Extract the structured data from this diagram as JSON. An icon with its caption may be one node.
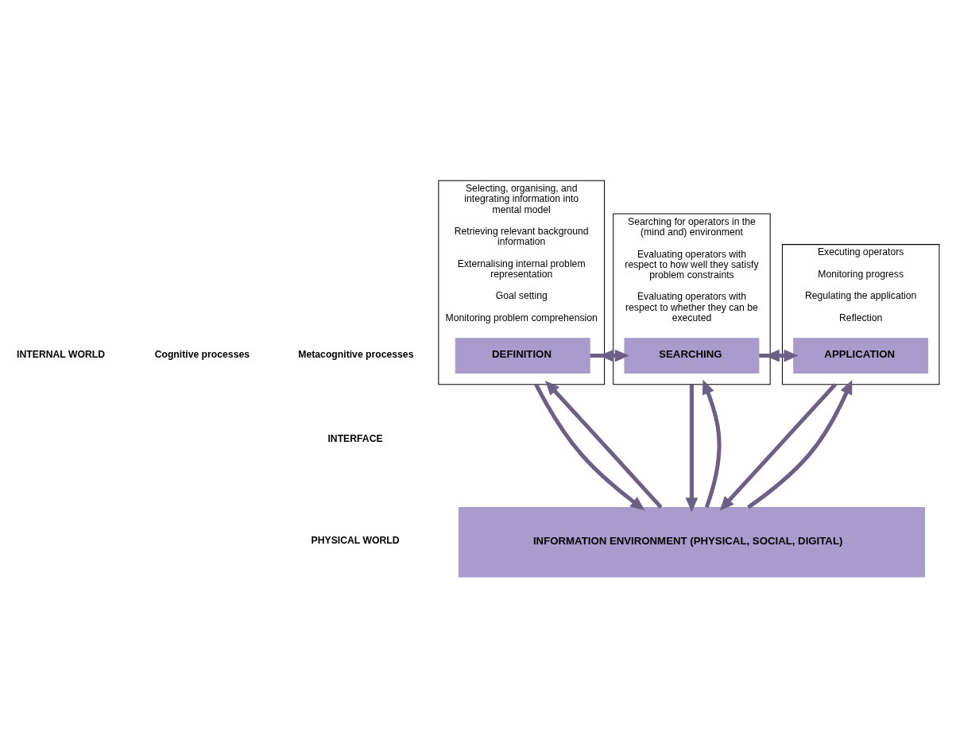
{
  "diagram": {
    "nodes": [
      {
        "text": [
          "Selecting, organising, and integrating information into mental model",
          "Retrieving relevant background information",
          "Externalising internal problem representation",
          "Goal setting",
          "Monitoring problem comprehension"
        ]
      },
      {
        "text": [
          "DEFINITION"
        ],
        "in": 0
      },
      {
        "text": [
          "Searching for operators in the (mind and) environment",
          "Evaluating operators with respect to how well they satisfy problem constraints",
          "Evaluating operators with respect to whether they can be executed"
        ]
      },
      {
        "text": [
          "SEARCHING"
        ],
        "in": 2
      },
      {
        "text": [
          "Executing operators",
          "Monitoring progress",
          "Regulating the application",
          "Reflection"
        ]
      },
      {
        "text": [
          "APPLICATION"
        ],
        "in": 4
      },
      {
        "text": [
          "INFORMATION ENVIRONMENT (PHYSICAL, SOCIAL, DIGITAL)"
        ]
      }
    ],
    "edges": [
      {
        "from": 1,
        "to": 3,
        "arrow": "to"
      },
      {
        "from": 3,
        "to": 5,
        "arrow": "to"
      },
      {
        "from": 2,
        "to": 0,
        "arrow": "to"
      },
      {
        "from": 4,
        "to": 2,
        "arrow": "to"
      },
      {
        "from": 0,
        "to": 6,
        "arrow": "to"
      },
      {
        "from": 6,
        "to": 0,
        "arrow": "to"
      },
      {
        "from": 2,
        "to": 6,
        "arrow": "to"
      },
      {
        "from": 6,
        "to": 2,
        "arrow": "to"
      },
      {
        "from": 4,
        "to": 6,
        "arrow": "to"
      },
      {
        "from": 6,
        "to": 4,
        "arrow": "to"
      }
    ],
    "labels": [
      "INTERNAL WORLD",
      "Cognitive processes",
      "Metacognitive processes",
      "INTERFACE",
      "PHYSICAL WORLD"
    ]
  }
}
